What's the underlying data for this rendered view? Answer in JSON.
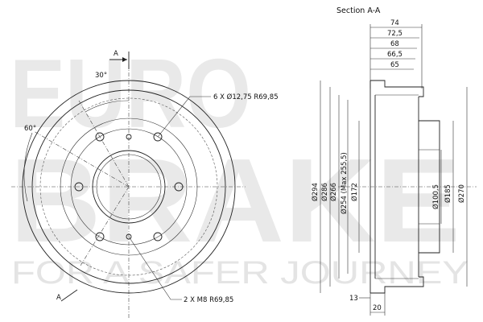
{
  "watermark": {
    "line1": "EURO",
    "line2": "BRAKE",
    "tagline": "FOR A SAFER JOURNEY",
    "color": "#e9e9e9"
  },
  "front_view": {
    "section_marker": "A",
    "angle_top": "30°",
    "angle_left": "60°",
    "bolt_holes_callout": "6 X Ø12,75 R69,85",
    "threaded_holes_callout": "2 X M8 R69,85"
  },
  "section_view": {
    "title": "Section A-A",
    "widths": [
      "74",
      "72,5",
      "68",
      "66,5",
      "65"
    ],
    "diameters": [
      "Ø294",
      "Ø286",
      "Ø266",
      "Ø254 (Max 255,5)",
      "Ø172",
      "Ø100,5",
      "Ø185",
      "Ø270"
    ],
    "bottom_dims": [
      "13",
      "20"
    ]
  },
  "line_color": "#222222"
}
